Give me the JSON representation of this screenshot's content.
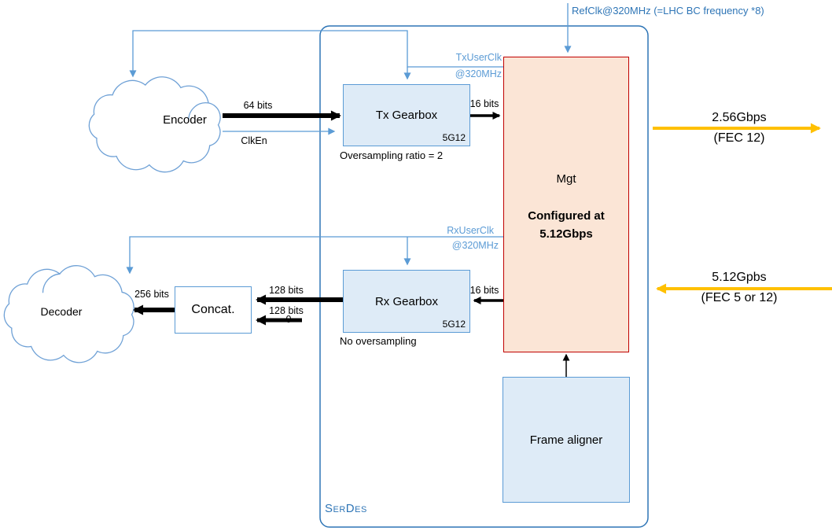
{
  "diagram": {
    "refclk_label": "RefClk@320MHz (=LHC BC frequency *8)",
    "serdes_label": "SerDes",
    "clocks": {
      "tx_user_clk_line1": "TxUserClk",
      "tx_user_clk_line2": "@320MHz",
      "rx_user_clk_line1": "RxUserClk",
      "rx_user_clk_line2": "@320MHz"
    },
    "nodes": {
      "encoder_label": "Encoder",
      "decoder_label": "Decoder",
      "tx_gearbox": {
        "title": "Tx Gearbox",
        "corner": "5G12",
        "note": "Oversampling ratio = 2"
      },
      "rx_gearbox": {
        "title": "Rx Gearbox",
        "corner": "5G12",
        "note": "No oversampling"
      },
      "mgt": {
        "title": "Mgt",
        "config_line1": "Configured at",
        "config_line2": "5.12Gbps"
      },
      "frame_aligner_label": "Frame aligner",
      "concat_label": "Concat."
    },
    "bus_labels": {
      "b64": "64 bits",
      "clken": "ClkEn",
      "b16_tx": "16 bits",
      "b16_rx": "16 bits",
      "b128_upper": "128 bits",
      "b128_lower": "128 bits",
      "zero": "0",
      "b256": "256 bits"
    },
    "io": {
      "tx_rate": "2.56Gbps",
      "tx_fec": "(FEC 12)",
      "rx_rate": "5.12Gpbs",
      "rx_fec": "(FEC 5 or 12)"
    },
    "colors": {
      "accent_blue": "#5B9BD5",
      "dark_blue": "#2E75B6",
      "mgt_border_red": "#C00000",
      "mgt_fill_peach": "#FBE5D6",
      "box_fill_blue": "#DEEBF7",
      "arrow_yellow": "#FFC000",
      "arrow_black": "#000000"
    }
  }
}
